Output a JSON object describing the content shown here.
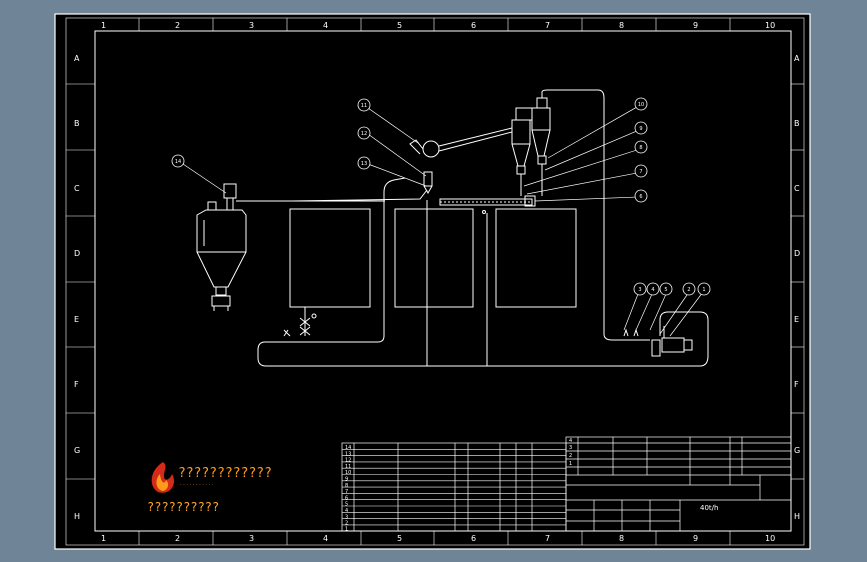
{
  "grid": {
    "columns": [
      "1",
      "2",
      "3",
      "4",
      "5",
      "6",
      "7",
      "8",
      "9",
      "10"
    ],
    "rows": [
      "A",
      "B",
      "C",
      "D",
      "E",
      "F",
      "G",
      "H"
    ]
  },
  "balloons": [
    "1",
    "2",
    "3",
    "4",
    "5",
    "6",
    "7",
    "8",
    "9",
    "10",
    "11",
    "12",
    "13",
    "14"
  ],
  "title_block": {
    "capacity": "40t/h",
    "parts_left": [
      "14",
      "13",
      "12",
      "11",
      "10",
      "9",
      "8",
      "7",
      "6",
      "5",
      "4",
      "3",
      "2",
      "1"
    ],
    "parts_right": [
      "4",
      "3",
      "2",
      "1"
    ]
  },
  "logo": {
    "line1": "????????????",
    "line2": "??????????",
    "dots": "· · · · · · · · · · ·"
  },
  "colors": {
    "background": "#6f8496",
    "sheet": "#000000",
    "line": "#ffffff",
    "logo_orange": "#ff9a1a",
    "logo_red": "#d42a1a"
  }
}
